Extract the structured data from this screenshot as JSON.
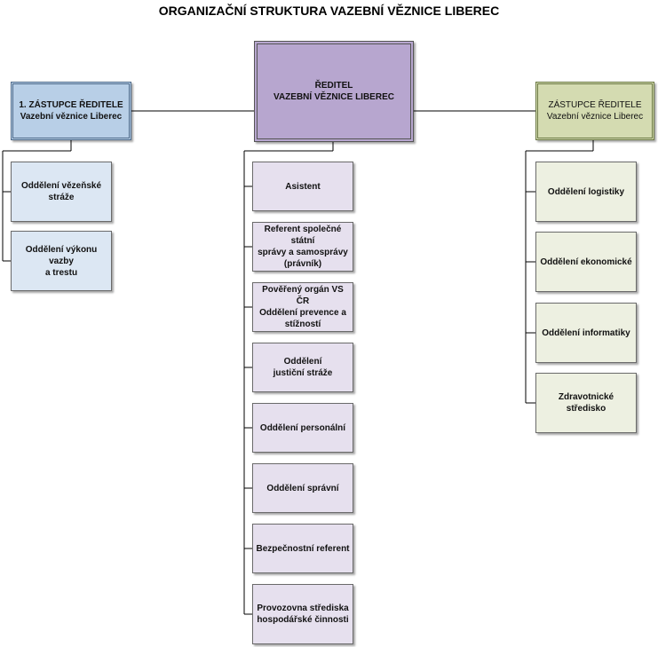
{
  "title": "ORGANIZAČNÍ STRUKTURA VAZEBNÍ VĚZNICE LIBEREC",
  "director": {
    "line1": "ŘEDITEL",
    "line2": "VAZEBNÍ VĚZNICE LIBEREC"
  },
  "deputy_left": {
    "line1": "1. ZÁSTUPCE ŘEDITELE",
    "line2": "Vazební věznice Liberec"
  },
  "deputy_right": {
    "line1": "ZÁSTUPCE ŘEDITELE",
    "line2": "Vazební věznice Liberec"
  },
  "left_units": [
    {
      "lines": [
        "Oddělení vězeňské stráže"
      ]
    },
    {
      "lines": [
        "Oddělení výkonu vazby",
        "a trestu"
      ]
    }
  ],
  "center_units": [
    {
      "lines": [
        "Asistent"
      ]
    },
    {
      "lines": [
        "Referent společné státní",
        "správy a samosprávy",
        "(právník)"
      ]
    },
    {
      "lines": [
        "Pověřený orgán VS ČR",
        "Oddělení prevence a",
        "stížností"
      ]
    },
    {
      "lines": [
        "Oddělení",
        "justiční stráže"
      ]
    },
    {
      "lines": [
        "Oddělení personální"
      ]
    },
    {
      "lines": [
        "Oddělení správní"
      ]
    },
    {
      "lines": [
        "Bezpečnostní referent"
      ]
    },
    {
      "lines": [
        "Provozovna střediska",
        "hospodářské činnosti"
      ]
    }
  ],
  "right_units": [
    {
      "lines": [
        "Oddělení logistiky"
      ]
    },
    {
      "lines": [
        "Oddělení ekonomické"
      ]
    },
    {
      "lines": [
        "Oddělení informatiky"
      ]
    },
    {
      "lines": [
        "Zdravotnické středisko"
      ]
    }
  ],
  "colors": {
    "blue": "#b8cfe7",
    "purple": "#b7a6cf",
    "green": "#d4dbb1"
  }
}
